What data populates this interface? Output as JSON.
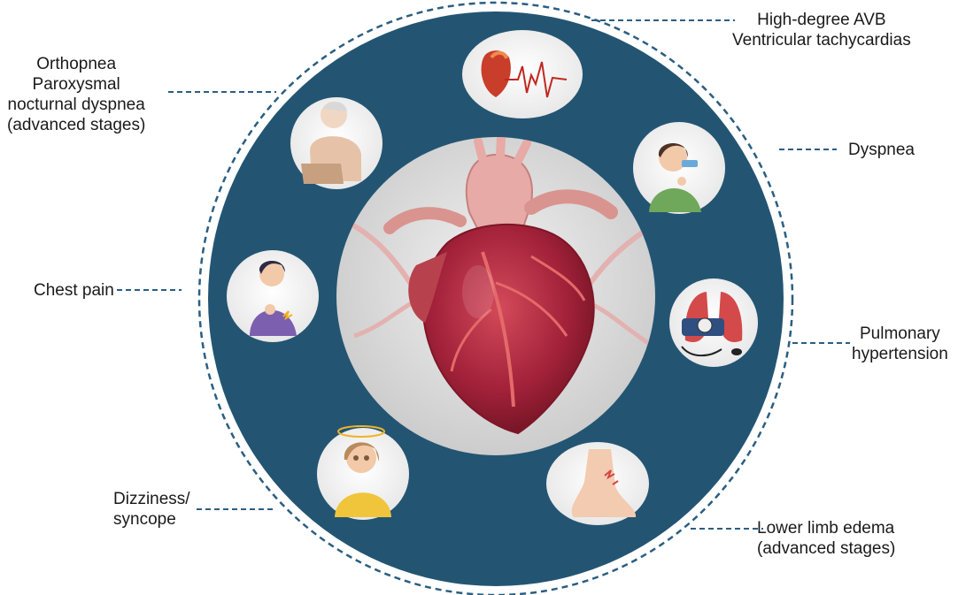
{
  "colors": {
    "ring": "#235573",
    "ring_dark": "#1c4a66",
    "dash": "#2a5e82",
    "inner_bg": "#dcdcdc",
    "heart": "#b0283c",
    "heart_dark": "#7e1627",
    "aorta": "#e8a9a5",
    "vessel": "#c94a4a",
    "icon_bg": "#f4f4f4",
    "label_text": "#1a1a1a"
  },
  "labels": {
    "avb": {
      "line1": "High-degree AVB",
      "line2": "Ventricular tachycardias"
    },
    "orthopnea": {
      "line1": "Orthopnea",
      "line2": "Paroxysmal",
      "line3": "nocturnal dyspnea",
      "line4": "(advanced stages)"
    },
    "dyspnea": {
      "line1": "Dyspnea"
    },
    "chest_pain": {
      "line1": "Chest pain"
    },
    "pulmonary": {
      "line1": "Pulmonary",
      "line2": "hypertension"
    },
    "dizziness": {
      "line1": "Dizziness/",
      "line2": "syncope"
    },
    "edema": {
      "line1": "Lower limb edema",
      "line2": "(advanced stages)"
    }
  },
  "icons": [
    {
      "name": "ecg-heart-icon",
      "symptom": "arrhythmia"
    },
    {
      "name": "elderly-man-icon",
      "symptom": "orthopnea"
    },
    {
      "name": "woman-inhaler-icon",
      "symptom": "dyspnea"
    },
    {
      "name": "chest-pain-person-icon",
      "symptom": "chest pain"
    },
    {
      "name": "lungs-blood-pressure-icon",
      "symptom": "pulmonary hypertension"
    },
    {
      "name": "dizzy-woman-icon",
      "symptom": "dizziness"
    },
    {
      "name": "swollen-foot-icon",
      "symptom": "edema"
    }
  ],
  "center_image": "heart-anatomy-illustration"
}
